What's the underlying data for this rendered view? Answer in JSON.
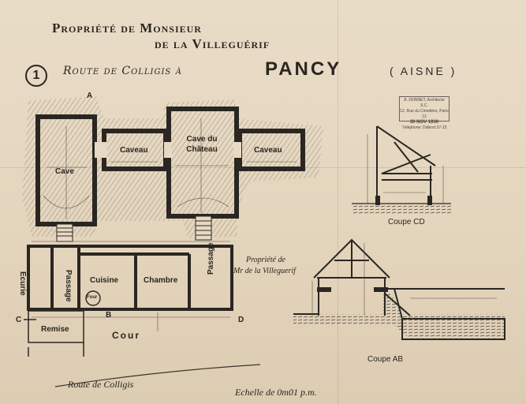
{
  "title": {
    "line1": "Propriété de Monsieur",
    "line2": "de la Villeguérif",
    "number": "1",
    "route": "Route de Colligis à",
    "town": "PANCY",
    "department": "( AISNE )"
  },
  "stamp": {
    "line1": "A. DONNET, Architecte S.C.",
    "line2": "12, Rue du Cimetière, Paris 12",
    "line3": "30 NOV 1930",
    "line4": "Téléphone: Diderot 37-15"
  },
  "plan_labels": {
    "point_a": "A",
    "point_b": "B",
    "point_c": "C",
    "point_d": "D",
    "cave": "Cave",
    "caveau_left": "Caveau",
    "cave_du_chateau": "Cave du Château",
    "caveau_right": "Caveau",
    "ecurie": "Ecurie",
    "passage_left": "Passage",
    "cuisine": "Cuisine",
    "chambre": "Chambre",
    "passage_right": "Passage",
    "remise": "Remise",
    "cour": "Cour",
    "four": "Four",
    "route_colligis": "Route de Colligis"
  },
  "owner_note": {
    "line1": "Propriété de",
    "line2": "Mr de la Villeguerif"
  },
  "sections": {
    "coupe_cd": "Coupe CD",
    "coupe_ab": "Coupe AB"
  },
  "scale": "Echelle de 0m01 p.m."
}
